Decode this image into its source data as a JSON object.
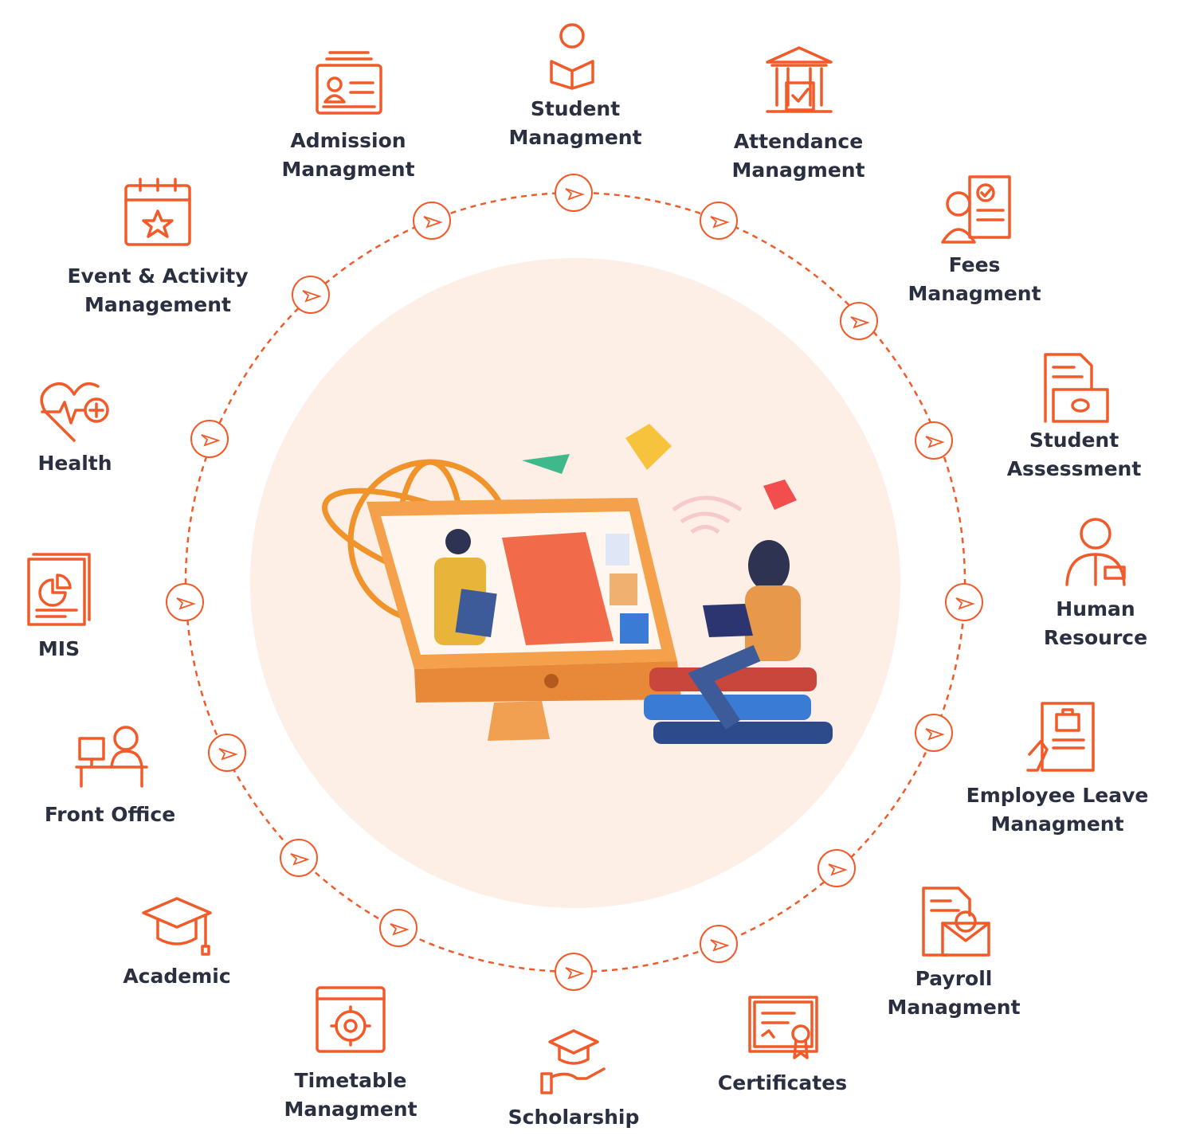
{
  "colors": {
    "accent": "#f15a29",
    "text": "#2b3040",
    "center_bg": "#fdeee6"
  },
  "node_icon": "paper-plane-icon",
  "modules": [
    {
      "id": "student",
      "lines": [
        "Student",
        "Managment"
      ],
      "icon": "student-reading-icon"
    },
    {
      "id": "admission",
      "lines": [
        "Admission",
        "Managment"
      ],
      "icon": "id-card-icon"
    },
    {
      "id": "attendance",
      "lines": [
        "Attendance",
        "Managment"
      ],
      "icon": "building-check-icon"
    },
    {
      "id": "fees",
      "lines": [
        "Fees",
        "Managment"
      ],
      "icon": "person-checklist-icon"
    },
    {
      "id": "event",
      "lines": [
        "Event & Activity",
        "Management"
      ],
      "icon": "calendar-star-icon"
    },
    {
      "id": "health",
      "lines": [
        "Health"
      ],
      "icon": "heart-pulse-icon"
    },
    {
      "id": "assessment",
      "lines": [
        "Student",
        "Assessment"
      ],
      "icon": "document-money-icon"
    },
    {
      "id": "mis",
      "lines": [
        "MIS"
      ],
      "icon": "report-chart-icon"
    },
    {
      "id": "hr",
      "lines": [
        "Human",
        "Resource"
      ],
      "icon": "employee-icon"
    },
    {
      "id": "front-office",
      "lines": [
        "Front Office"
      ],
      "icon": "receptionist-icon"
    },
    {
      "id": "leave",
      "lines": [
        "Employee Leave",
        "Managment"
      ],
      "icon": "leave-form-icon"
    },
    {
      "id": "academic",
      "lines": [
        "Academic"
      ],
      "icon": "graduation-cap-icon"
    },
    {
      "id": "payroll",
      "lines": [
        "Payroll",
        "Managment"
      ],
      "icon": "salary-envelope-icon"
    },
    {
      "id": "timetable",
      "lines": [
        "Timetable",
        "Managment"
      ],
      "icon": "gear-window-icon"
    },
    {
      "id": "scholarship",
      "lines": [
        "Scholarship"
      ],
      "icon": "hand-cap-icon"
    },
    {
      "id": "certificates",
      "lines": [
        "Certificates"
      ],
      "icon": "certificate-icon"
    }
  ]
}
